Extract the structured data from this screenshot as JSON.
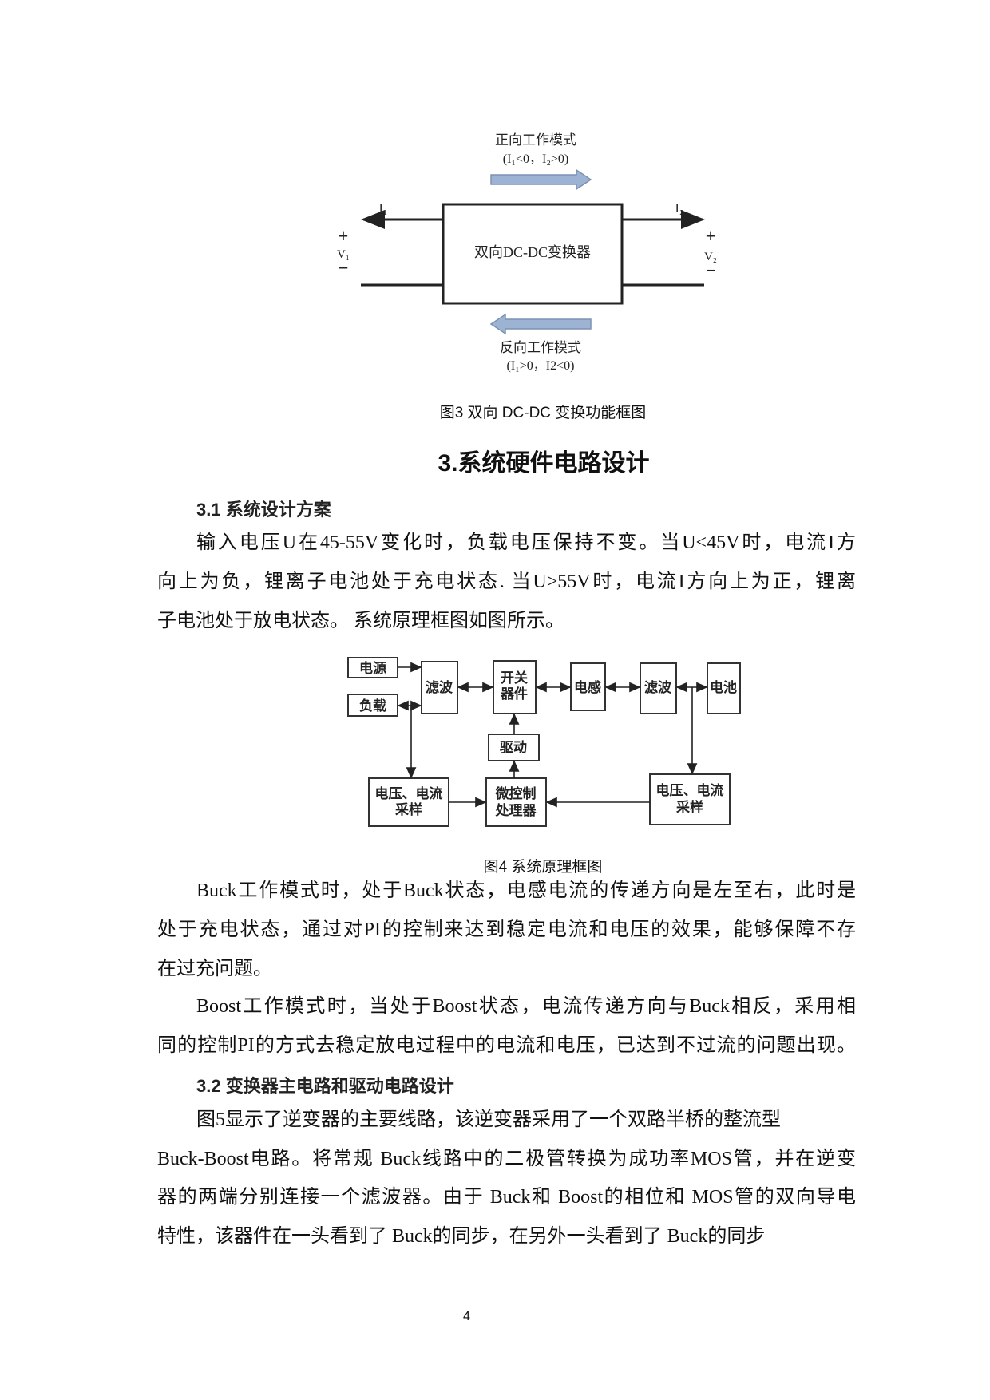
{
  "figure3": {
    "forward_mode": "正向工作模式",
    "forward_cond": "(I₁<0，I₂>0)",
    "reverse_mode": "反向工作模式",
    "reverse_cond": "(I₁>0，I2<0)",
    "i1": "I₁",
    "i2": "I₂",
    "v1": "V₁",
    "v2": "V₂",
    "plus": "+",
    "minus": "−",
    "box_label": "双向DC-DC变换器",
    "arrow_color": "#9db3d3",
    "caption": "图3 双向 DC-DC 变换功能框图"
  },
  "section_title": "3.系统硬件电路设计",
  "sub1_title": "3.1 系统设计方案",
  "para1": [
    "输入电压U在45-55V变化时，负载电压保持不变。当U<45V时，电流I方",
    "向上为负，锂离子电池处于充电状态. 当U>55V时，电流I方向上为正，锂离",
    "子电池处于放电状态。 系统原理框图如图所示。"
  ],
  "figure4": {
    "blocks": {
      "power": "电源",
      "load": "负载",
      "filter1": "滤波",
      "switch_l1": "开关",
      "switch_l2": "器件",
      "inductor": "电感",
      "filter2": "滤波",
      "battery": "电池",
      "driver": "驱动",
      "sampleL_l1": "电压、电流",
      "sampleL_l2": "采样",
      "mcu_l1": "微控制",
      "mcu_l2": "处理器",
      "sampleR_l1": "电压、电流",
      "sampleR_l2": "采样"
    },
    "caption": "图4 系统原理框图"
  },
  "para2": [
    "Buck工作模式时，处于Buck状态，电感电流的传递方向是左至右，此时是",
    "处于充电状态，通过对PI的控制来达到稳定电流和电压的效果，能够保障不存",
    "在过充问题。"
  ],
  "para3": [
    "Boost工作模式时，当处于Boost状态，电流传递方向与Buck相反，采用相",
    "同的控制PI的方式去稳定放电过程中的电流和电压，已达到不过流的问题出现。"
  ],
  "sub2_title": "3.2 变换器主电路和驱动电路设计",
  "para4": [
    "图5显示了逆变器的主要线路，该逆变器采用了一个双路半桥的整流型",
    "Buck-Boost电路。将常规 Buck线路中的二极管转换为成功率MOS管，并在逆变",
    "器的两端分别连接一个滤波器。由于 Buck和 Boost的相位和 MOS管的双向导电",
    "特性，该器件在一头看到了 Buck的同步，在另外一头看到了 Buck的同步"
  ],
  "page_number": "4"
}
